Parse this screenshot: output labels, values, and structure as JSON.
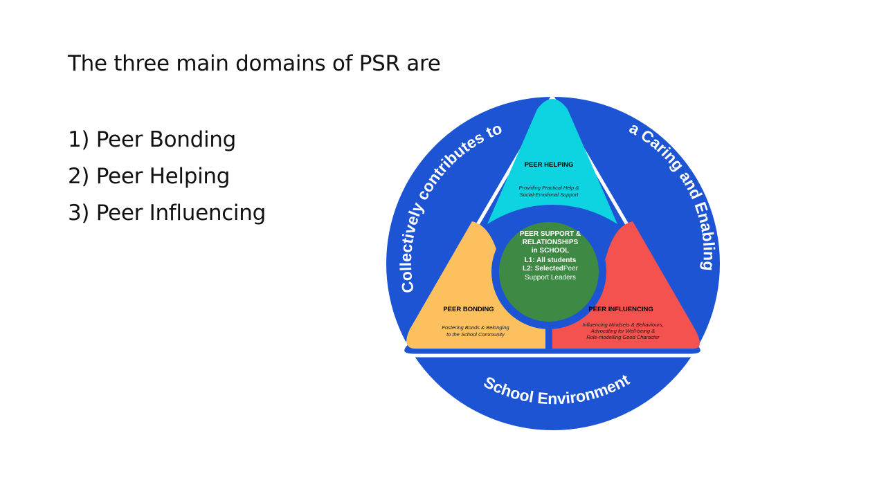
{
  "slide": {
    "title": "The three main domains of PSR are",
    "domains": [
      "1) Peer Bonding",
      "2) Peer Helping",
      "3) Peer Influencing"
    ]
  },
  "diagram": {
    "arc_left": "Collectively contributes to",
    "arc_right": "a Caring and Enabling",
    "arc_bottom": "School Environment",
    "helping": {
      "title": "PEER HELPING",
      "desc_line1": "Providing Practical Help &",
      "desc_line2": "Social-Emotional Support"
    },
    "bonding": {
      "title": "PEER BONDING",
      "desc_line1": "Fostering Bonds & Belonging",
      "desc_line2": "to the School Community"
    },
    "influencing": {
      "title": "PEER INFLUENCING",
      "desc_line1": "Influencing Mindsets & Behaviours,",
      "desc_line2": "Advocating for Well-being &",
      "desc_line3": "Role-modelling Good Character"
    },
    "center": {
      "line1": "PEER SUPPORT &",
      "line2": "RELATIONSHIPS",
      "line3": "in SCHOOL",
      "line4": "L1: All students",
      "line5_bold": "L2: Selected",
      "line5_rest": "Peer",
      "line6": "Support Leaders"
    },
    "colors": {
      "ring": "#1c54d4",
      "helping": "#0dd4e0",
      "bonding": "#fcc15e",
      "influencing": "#f4524e",
      "center": "#3e8a44"
    }
  }
}
